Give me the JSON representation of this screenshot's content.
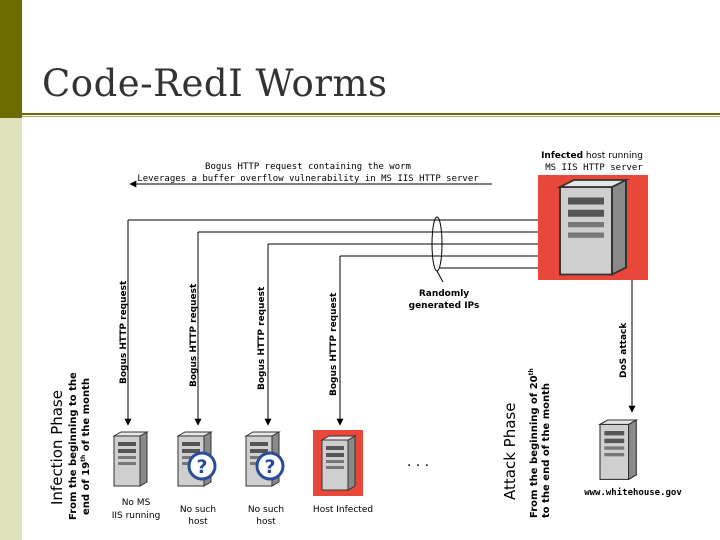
{
  "slide": {
    "title": "Code-RedI Worms"
  },
  "diagram": {
    "top_caption": {
      "line1": "Bogus HTTP request containing the worm",
      "line2": "Leverages a buffer overflow vulnerability in MS IIS HTTP server"
    },
    "infected_host_caption": {
      "bold": "Infected",
      "rest": "host running",
      "line2": "MS IIS HTTP server"
    },
    "requests": [
      {
        "label": "Bogus HTTP request"
      },
      {
        "label": "Bogus HTTP request"
      },
      {
        "label": "Bogus HTTP request"
      },
      {
        "label": "Bogus HTTP request"
      }
    ],
    "random_ips": {
      "line1": "Randomly",
      "line2": "generated IPs"
    },
    "ellipsis": ". . .",
    "dos_label": "DoS attack",
    "targets": [
      {
        "line1": "No MS",
        "line2": "IIS running"
      },
      {
        "line1": "No such",
        "line2": "host"
      },
      {
        "line1": "No such",
        "line2": "host"
      },
      {
        "line1": "Host Infected",
        "line2": ""
      }
    ],
    "victim_label": "www.whitehouse.gov",
    "infection_phase": {
      "title": "Infection Phase",
      "sub1": "From the beginning to the",
      "sub2_pre": "end of 19",
      "sub2_sup": "th",
      "sub2_post": " of the month"
    },
    "attack_phase": {
      "title": "Attack Phase",
      "sub1_pre": "From the beginning of 20",
      "sub1_sup": "th",
      "sub2": "to the end of the month"
    }
  }
}
